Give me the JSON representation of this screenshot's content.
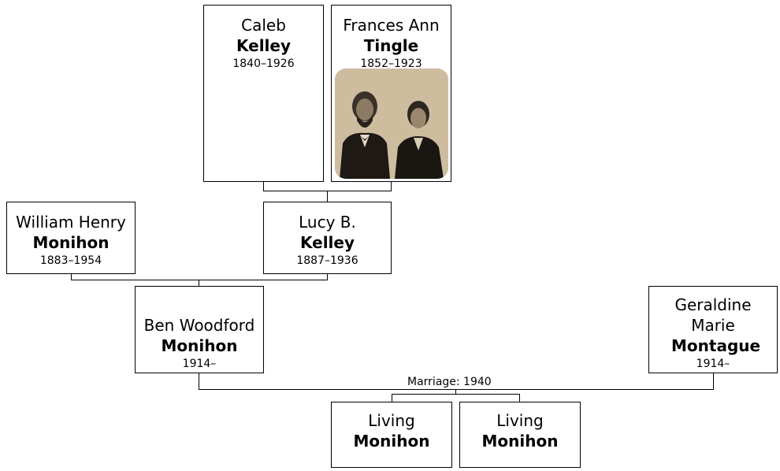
{
  "persons": [
    {
      "id": "caleb",
      "given": "Caleb",
      "surname": "Kelley",
      "dates": "1840–1926"
    },
    {
      "id": "frances",
      "given": "Frances Ann",
      "surname": "Tingle",
      "dates": "1852–1923"
    },
    {
      "id": "william",
      "given": "William Henry",
      "surname": "Monihon",
      "dates": "1883–1954"
    },
    {
      "id": "lucy",
      "given": "Lucy B.",
      "surname": "Kelley",
      "dates": "1887–1936"
    },
    {
      "id": "ben",
      "given": "Ben Woodford",
      "surname": "Monihon",
      "dates": "1914–"
    },
    {
      "id": "geraldine",
      "given": "Geraldine Marie",
      "surname": "Montague",
      "dates": "1914–"
    },
    {
      "id": "living1",
      "given": "Living",
      "surname": "Monihon",
      "dates": ""
    },
    {
      "id": "living2",
      "given": "Living",
      "surname": "Monihon",
      "dates": ""
    }
  ],
  "marriage_label": "Marriage: 1940"
}
